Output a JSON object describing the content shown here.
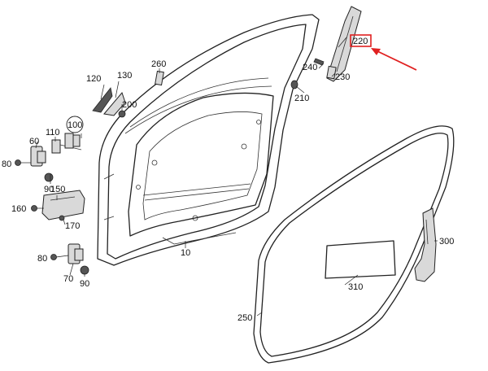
{
  "labels": {
    "l10": "10",
    "l60": "60",
    "l70": "70",
    "l80a": "80",
    "l80b": "80",
    "l90a": "90",
    "l90b": "90",
    "l100": "100",
    "l110": "110",
    "l120": "120",
    "l130": "130",
    "l150": "150",
    "l160": "160",
    "l170": "170",
    "l200": "200",
    "l210": "210",
    "l220": "220",
    "l230": "230",
    "l240": "240",
    "l250": "250",
    "l260": "260",
    "l300": "300",
    "l310": "310"
  },
  "colors": {
    "highlight": "#e02020",
    "line": "#222222"
  }
}
